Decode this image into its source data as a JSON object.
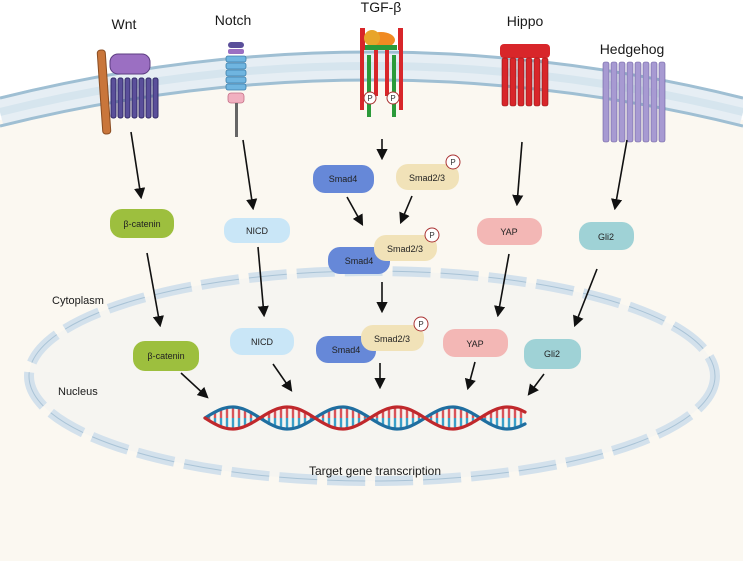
{
  "pathways": {
    "wnt": "Wnt",
    "notch": "Notch",
    "tgfb": "TGF-β",
    "hippo": "Hippo",
    "hedgehog": "Hedgehog"
  },
  "compartments": {
    "cytoplasm": "Cytoplasm",
    "nucleus": "Nucleus"
  },
  "cytoplasm_proteins": {
    "beta_catenin": "β-catenin",
    "nicd": "NICD",
    "smad4_top": "Smad4",
    "smad23_top": "Smad2/3",
    "smad4_mid": "Smad4",
    "smad23_mid": "Smad2/3",
    "yap": "YAP",
    "gli2": "Gli2"
  },
  "nuclear_proteins": {
    "beta_catenin": "β-catenin",
    "nicd": "NICD",
    "smad4": "Smad4",
    "smad23": "Smad2/3",
    "yap": "YAP",
    "gli2": "Gli2"
  },
  "phospho": "P",
  "output": "Target gene transcription",
  "colors": {
    "beta_catenin": "#9dbf3e",
    "nicd": "#c9e6f7",
    "smad4": "#6688d8",
    "smad23": "#f1e2b8",
    "yap": "#f3b7b5",
    "gli2": "#9fd2d6",
    "membrane": "#c8dce8",
    "nuclear_envelope": "#d3e1ec",
    "dna_red": "#c0282c",
    "dna_blue": "#1f6ea0"
  }
}
